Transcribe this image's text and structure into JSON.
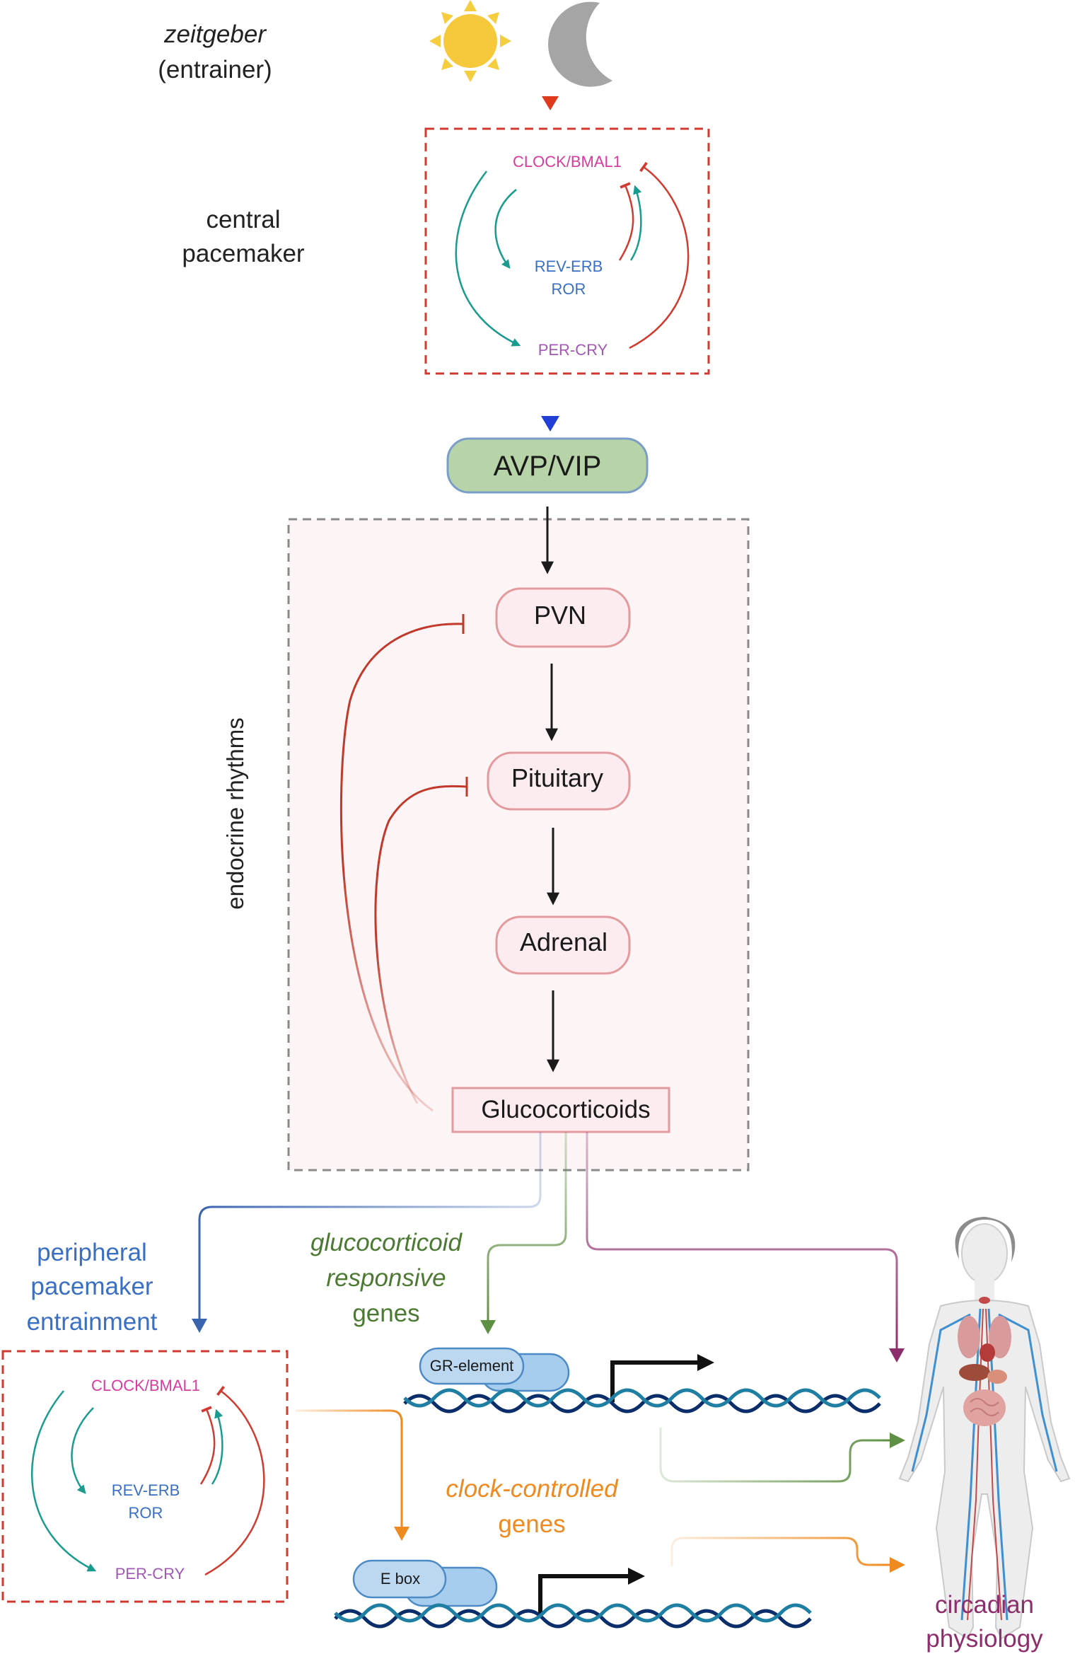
{
  "labels": {
    "zeitgeber": "zeitgeber",
    "entrainer": "(entrainer)",
    "central_line1": "central",
    "central_line2": "pacemaker",
    "endocrine": "endocrine rhythms",
    "peripheral_line1": "peripheral",
    "peripheral_line2": "pacemaker",
    "peripheral_line3": "entrainment",
    "gc_line1": "glucocorticoid",
    "gc_line2": "responsive",
    "gc_line3": "genes",
    "cc_line1": "clock-controlled",
    "cc_line2": "genes",
    "circ_line1": "circadian",
    "circ_line2": "physiology"
  },
  "central_clock": {
    "clock": "CLOCK/BMAL1",
    "reverb": "REV-ERB",
    "ror": "ROR",
    "percry": "PER-CRY"
  },
  "peripheral_clock": {
    "clock": "CLOCK/BMAL1",
    "reverb": "REV-ERB",
    "ror": "ROR",
    "percry": "PER-CRY"
  },
  "nodes": {
    "avp": "AVP/VIP",
    "pvn": "PVN",
    "pituitary": "Pituitary",
    "adrenal": "Adrenal",
    "gluco": "Glucocorticoids"
  },
  "dna": {
    "gr_element": "GR-element",
    "ebox": "E box"
  },
  "icons": [
    "sun-icon",
    "moon-icon",
    "human-body-icon"
  ],
  "colors": {
    "clock_red": "#d13b2f",
    "teal": "#1a9b8f",
    "magenta": "#d63ca0",
    "blue_text": "#3a6fc1",
    "purple_text": "#a358b5",
    "green": "#5e8f43",
    "orange": "#ee8a20",
    "plum": "#8e2d6b",
    "avp_fill": "#b7d4a8",
    "avp_stroke": "#7a9ec7",
    "node_fill": "#fcecef",
    "node_stroke": "#e39a9e"
  }
}
